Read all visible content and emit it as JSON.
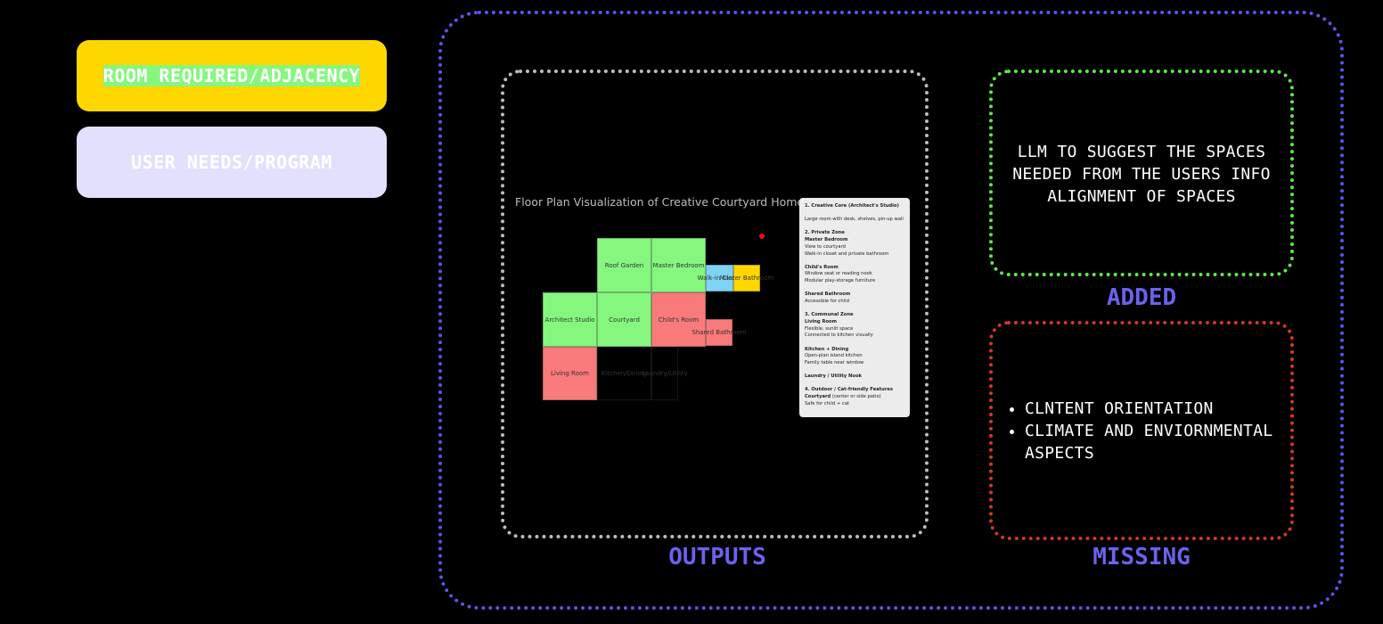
{
  "left_panel": {
    "room_required_label": "ROOM REQUIRED/ADJACENCY",
    "user_needs_label": "USER NEEDS/PROGRAM"
  },
  "outputs": {
    "section_label": "OUTPUTS",
    "floor_plan_title": "Floor Plan Visualization of Creative Courtyard Home",
    "rooms": [
      {
        "name": "Roof Garden",
        "color": "#ffd700"
      },
      {
        "name": "Master Bedroom",
        "color": "#85f77f"
      },
      {
        "name": "Walk-in Closet",
        "color": "#85f77f"
      },
      {
        "name": "Master Bathroom",
        "color": "#85f77f"
      },
      {
        "name": "Architect Studio",
        "color": "#7fd3f7"
      },
      {
        "name": "Courtyard",
        "color": "#ffd700"
      },
      {
        "name": "Child's Room",
        "color": "#85f77f"
      },
      {
        "name": "Shared Bathroom",
        "color": "#85f77f"
      },
      {
        "name": "Living Room",
        "color": "#f87a7a"
      },
      {
        "name": "Kitchen/Dining",
        "color": "#f87a7a"
      },
      {
        "name": "Laundry/Utility",
        "color": "#f87a7a"
      }
    ],
    "legend": [
      {
        "text": "1. Creative Core (Architect's Studio)",
        "bold": true
      },
      {
        "gap": true
      },
      {
        "text": "Large room with desk, shelves, pin-up wall",
        "bold": false
      },
      {
        "gap": true
      },
      {
        "text": "2. Private Zone",
        "bold": true
      },
      {
        "text": "Master Bedroom",
        "bold": true
      },
      {
        "text": "View to courtyard",
        "bold": false
      },
      {
        "text": "Walk-in closet and private bathroom",
        "bold": false
      },
      {
        "gap": true
      },
      {
        "text": "Child's Room",
        "bold": true
      },
      {
        "text": "Window seat or reading nook",
        "bold": false
      },
      {
        "text": "Modular play-storage furniture",
        "bold": false
      },
      {
        "gap": true
      },
      {
        "text": "Shared Bathroom",
        "bold": true
      },
      {
        "text": "Accessible for child",
        "bold": false
      },
      {
        "gap": true
      },
      {
        "text": "3. Communal Zone",
        "bold": true
      },
      {
        "text": "Living Room",
        "bold": true
      },
      {
        "text": "Flexible, sunlit space",
        "bold": false
      },
      {
        "text": "Connected to kitchen visually",
        "bold": false
      },
      {
        "gap": true
      },
      {
        "text": "Kitchen + Dining",
        "bold": true
      },
      {
        "text": "Open-plan island kitchen",
        "bold": false
      },
      {
        "text": "Family table near window",
        "bold": false
      },
      {
        "gap": true
      },
      {
        "text": "Laundry / Utility Nook",
        "bold": true
      },
      {
        "gap": true
      },
      {
        "text": "4. Outdoor / Cat-friendly Features",
        "bold": true
      },
      {
        "text": "Courtyard",
        "bold": true,
        "suffix": " (center or side patio)"
      },
      {
        "text": "Safe for child + cat",
        "bold": false
      }
    ]
  },
  "added": {
    "section_label": "ADDED",
    "text": "LLM TO SUGGEST THE SPACES NEEDED FROM THE USERS INFO ALIGNMENT OF SPACES"
  },
  "missing": {
    "section_label": "MISSING",
    "items": [
      "CLNTENT ORIENTATION",
      "CLIMATE AND ENVIORNMENTAL ASPECTS"
    ]
  },
  "colors": {
    "accent": "#6b62ee",
    "outer_border": "#5b55e8",
    "outputs_border": "#bdbdbd",
    "added_border": "#5ee64a",
    "missing_border": "#d03a1c",
    "pill_bg": "#e3e0fd"
  }
}
